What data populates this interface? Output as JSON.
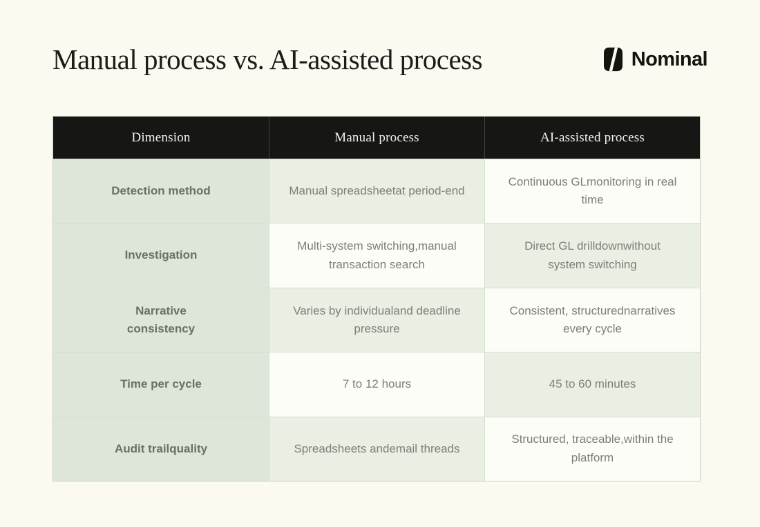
{
  "page": {
    "title": "Manual process vs. AI-assisted process"
  },
  "brand": {
    "name": "Nominal",
    "logo_icon": "nominal-logo-mark",
    "logo_color": "#14140F"
  },
  "table": {
    "headers": [
      "Dimension",
      "Manual process",
      "AI-assisted process"
    ],
    "rows": [
      {
        "dimension": "Detection method",
        "manual": "Manual spreadsheetat period-end",
        "ai": "Continuous GLmonitoring in real time"
      },
      {
        "dimension": "Investigation",
        "manual": "Multi-system switching,manual transaction search",
        "ai": "Direct GL drilldownwithout system switching"
      },
      {
        "dimension": "Narrative\nconsistency",
        "manual": "Varies by individualand deadline pressure",
        "ai": "Consistent, structurednarratives every cycle"
      },
      {
        "dimension": "Time per cycle",
        "manual": "7 to 12 hours",
        "ai": "45 to 60 minutes"
      },
      {
        "dimension": "Audit trailquality",
        "manual": "Spreadsheets andemail threads",
        "ai": "Structured, traceable,within the platform"
      }
    ]
  },
  "colors": {
    "page_background": "#FBF9F0",
    "header_bg": "#161614",
    "header_text": "#F4F2EB",
    "dimension_col_bg": "#DDE6D8",
    "cell_green_bg": "#E9EFE3",
    "cell_white_bg": "#FBFDF6",
    "cell_text": "#7B8177",
    "dimension_text": "#6A7065",
    "title_text": "#1C1C19"
  }
}
